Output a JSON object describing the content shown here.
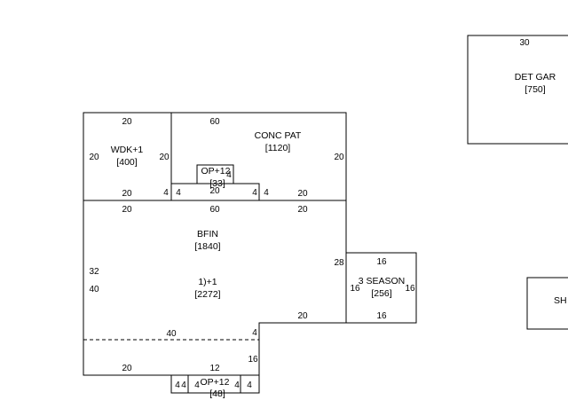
{
  "areas": {
    "wdk": {
      "name": "WDK+1",
      "size": "[400]"
    },
    "conc_pat": {
      "name": "CONC PAT",
      "size": "[1120]"
    },
    "opp_top": {
      "name": "OP+12",
      "size": "[33]"
    },
    "bfin": {
      "name": "BFIN",
      "size": "[1840]"
    },
    "first_floor": {
      "name": "1)+1",
      "size": "[2272]"
    },
    "three_season": {
      "name": "3 SEASON",
      "size": "[256]"
    },
    "opp_bottom": {
      "name": "OP+12",
      "size": "[48]"
    },
    "det_gar": {
      "name": "DET GAR",
      "size": "[750]"
    },
    "shed": {
      "name": "SH"
    }
  },
  "dimensions": {
    "wdk_top": "20",
    "wdk_left": "20",
    "wdk_right": "20",
    "wdk_bottom": "20",
    "pat_top": "60",
    "pat_right": "20",
    "pat_step_left": "4",
    "pat_step_right": "4",
    "pat_bottom_right": "20",
    "pat_notch_left": "4",
    "pat_notch_right": "4",
    "op_top_width": "20",
    "op_top_side": "4",
    "house_top_left": "20",
    "house_top_mid": "60",
    "house_top_right": "20",
    "house_left_upper": "32",
    "house_left_lower": "40",
    "house_right_upper": "28",
    "house_step_right": "20",
    "house_step_vertical": "4",
    "dashed_line": "40",
    "house_bottom_left": "20",
    "house_bottom_mid": "12",
    "house_bottom_step": "16",
    "ss_top": "16",
    "ss_left": "16",
    "ss_right": "16",
    "ss_bottom": "16",
    "op_bot_a": "4",
    "op_bot_b": "4",
    "op_bot_c": "4",
    "op_bot_d": "4",
    "op_bot_e": "4",
    "gar_top": "30"
  }
}
